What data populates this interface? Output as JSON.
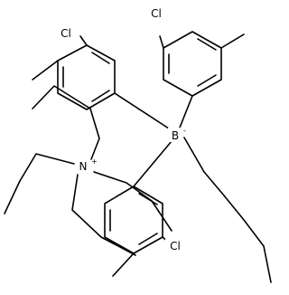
{
  "molecule": {
    "atoms": {
      "cl_top": "Cl",
      "cl_top_right": "Cl",
      "cl_bottom": "Cl",
      "boron": "B",
      "boron_charge": "-",
      "nitrogen": "N",
      "nitrogen_charge": "+"
    }
  }
}
